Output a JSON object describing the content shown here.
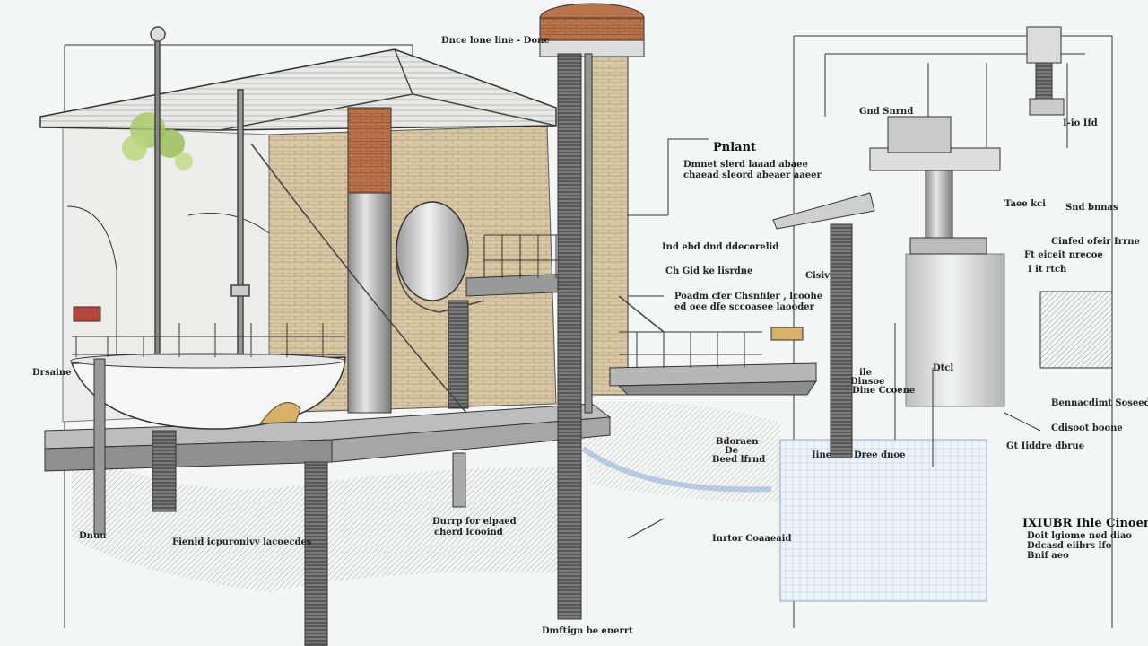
{
  "labels": {
    "top_center": "Dnce lone line - Done",
    "heading_panel": "Pnlant",
    "panel_line1": "Dmnet slerd laaad abaee",
    "panel_line2": "chaead sleord abeaer aaeer",
    "mid1": "Ind ebd dnd ddecorelid",
    "mid2": "Ch Gid ke lisrdne",
    "mid3": "Poadm cfer Chsnfiler , lcoohe",
    "mid4": "ed oee dfe sccoasee laooder",
    "left_side": "Drsaine",
    "lower1": "Bdoraen",
    "lower2": "De",
    "lower3": "Beed lfrnd",
    "bottom_left": "Fienid icpuronivy lacoecdes",
    "bottom_mid1": "Durrp for eipaed",
    "bottom_mid2": "cherd lcooind",
    "bottom_mid3": "Inrtor Coaaeaid",
    "bottom_center": "Dmftign be enerrt",
    "left_bottom_tag": "Dnuu",
    "r_top1": "Gnd Snrnd",
    "r_top2": "I-io Ifd",
    "r_mid1": "Taee kci",
    "r_mid2": "Snd bnnas",
    "r_mid3": "Cinfed ofeir Irrne",
    "r_mid4": "Ft eiceit nrecoe",
    "r_mid5": "I it rtch",
    "r_mid6": "Cisiv",
    "r_mid7": "Dtcl",
    "r_mid8": "ile",
    "r_mid9": "Dinsoe",
    "r_mid10": "Dine Ccoene",
    "r_low1": "Bennacdimt Soseed",
    "r_low2": "Cdisoot boone",
    "r_low3": "Gt Iiddre dbrue",
    "r_low4": "Iine",
    "r_low5": "Dree dnoe",
    "r_box_title": "IXIUBR Ihle Cinoenes",
    "r_box1": "Doit lgiome ned diao",
    "r_box2": "Ddcasd eiibrs lfo",
    "r_box3": "Bnif aeo"
  }
}
